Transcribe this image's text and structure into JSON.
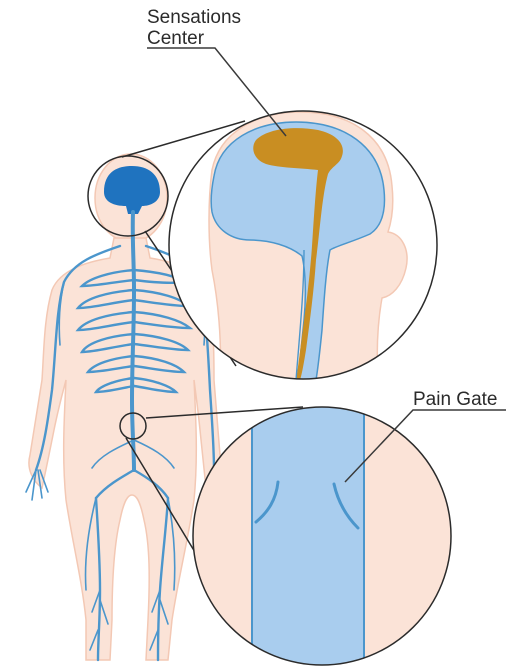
{
  "labels": {
    "sensations_line1": "Sensations",
    "sensations_line2": "Center",
    "pain_gate": "Pain Gate"
  },
  "colors": {
    "skin": "#fbe3d7",
    "skin_outline": "#f3c8b4",
    "nerve": "#4b96cc",
    "nerve_light": "#a9cdee",
    "brain_dark": "#1f73bf",
    "sensation_center": "#c98e22",
    "leader_line": "#3a3a3a"
  }
}
